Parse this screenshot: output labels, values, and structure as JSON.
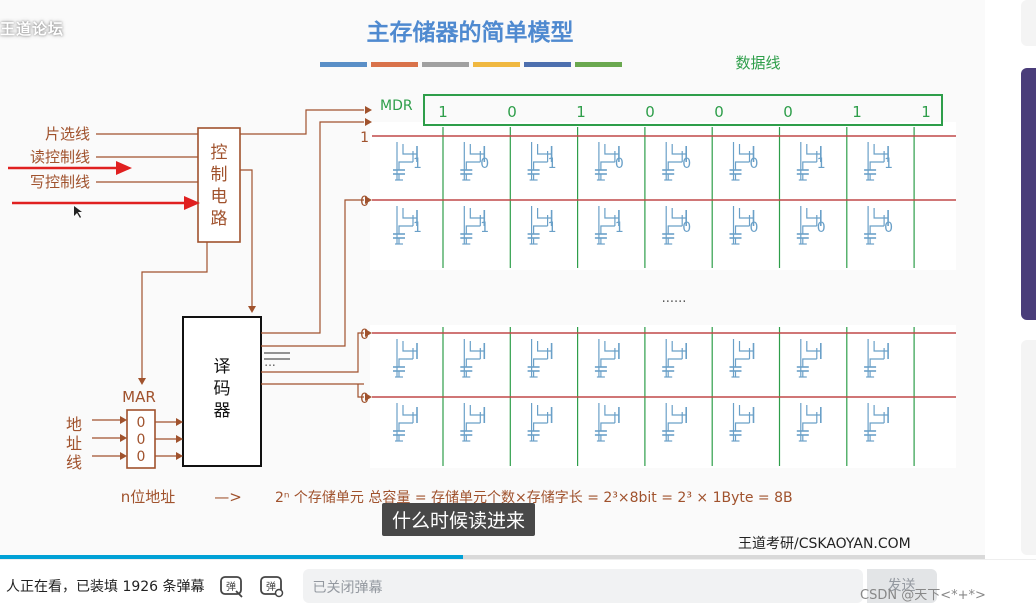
{
  "header": {
    "logo_text": "王道论坛"
  },
  "slide": {
    "title": "主存储器的简单模型",
    "title_color": "#4f8ad0",
    "underline_colors": [
      "#5a8fc7",
      "#d9724a",
      "#a0a0a0",
      "#f0b840",
      "#4d6fae",
      "#6aa84f"
    ],
    "data_line_label": "数据线",
    "mdr_label": "MDR",
    "mdr_bits": [
      "1",
      "0",
      "1",
      "0",
      "0",
      "0",
      "1",
      "1"
    ],
    "control_inputs": [
      "片选线",
      "读控制线",
      "写控制线"
    ],
    "control_circuit": [
      "控",
      "制",
      "电",
      "路"
    ],
    "word_line_values": [
      "1",
      "0",
      "0",
      "0"
    ],
    "row1_bits": [
      "1",
      "0",
      "1",
      "0",
      "0",
      "0",
      "1",
      "1"
    ],
    "row2_bits": [
      "1",
      "1",
      "1",
      "1",
      "0",
      "0",
      "0",
      "0"
    ],
    "ellipsis": "......",
    "decoder_label": [
      "译",
      "码",
      "器"
    ],
    "decoder_dots": "...",
    "mar_label": "MAR",
    "mar_bits": [
      "0",
      "0",
      "0"
    ],
    "address_line_label": [
      "地",
      "址",
      "线"
    ],
    "n_bit_address": "n位地址",
    "arrow_text": "—>",
    "formula": "2ⁿ 个存储单元   总容量 = 存储单元个数×存储字长 = 2³×8bit = 2³ × 1Byte = 8B",
    "subtitle": "什么时候读进来",
    "watermark": "王道考研/CSKAOYAN.COM",
    "colors": {
      "brown": "#a0522d",
      "green": "#2e9e4a",
      "red_arrow": "#e02020",
      "cell_blue": "#6aa0c8"
    }
  },
  "player": {
    "progress": 0.47,
    "viewers_text": "人正在看，已装填 1926 条弹幕",
    "danmaku_placeholder": "已关闭弹幕",
    "send_label": "发送",
    "csdn_mark": "CSDN @天下<*+*>"
  }
}
